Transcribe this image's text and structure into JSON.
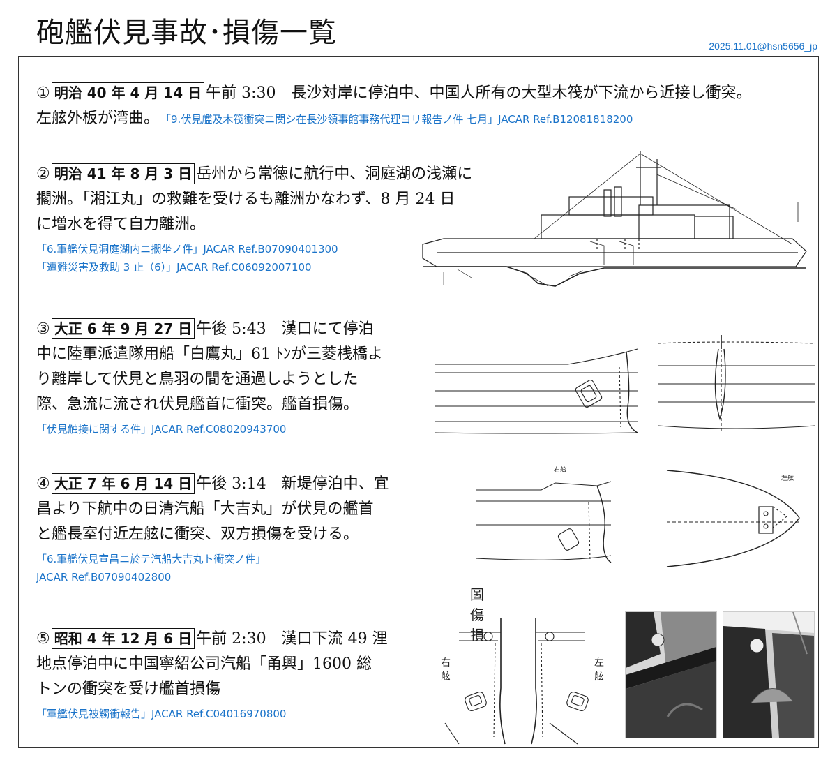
{
  "header": {
    "title": "砲艦伏見事故･損傷一覧",
    "credit": "2025.11.01@hsn5656_jp"
  },
  "entries": [
    {
      "num": "①",
      "date": "明治 40 年 4 月 14 日",
      "lines": [
        "午前 3:30　長沙対岸に停泊中、中国人所有の大型木筏が下流から近接し衝突。",
        "左舷外板が湾曲。"
      ],
      "refs": [
        "「9.伏見艦及木筏衝突ニ関シ在長沙領事館事務代理ヨリ報告ノ件 七月」JACAR Ref.B12081818200"
      ]
    },
    {
      "num": "②",
      "date": "明治 41 年 8 月 3 日",
      "lines": [
        "岳州から常徳に航行中、洞庭湖の浅瀬に",
        "擱洲。「湘江丸」の救難を受けるも離洲かなわず、8 月 24 日",
        "に増水を得て自力離洲。"
      ],
      "refs": [
        "「6.軍艦伏見洞庭湖内ニ擱坐ノ件」JACAR Ref.B07090401300",
        "「遭難災害及救助 3 止（6）」JACAR Ref.C06092007100"
      ]
    },
    {
      "num": "③",
      "date": "大正 6 年 9 月 27 日",
      "lines": [
        "午後 5:43　漢口にて停泊",
        "中に陸軍派遣隊用船「白鷹丸」61 ﾄﾝが三菱桟橋よ",
        "り離岸して伏見と鳥羽の間を通過しようとした",
        "際、急流に流され伏見艦首に衝突。艦首損傷。"
      ],
      "refs": [
        "「伏見触接に関する件」JACAR Ref.C08020943700"
      ]
    },
    {
      "num": "④",
      "date": "大正 7 年 6 月 14 日",
      "lines": [
        "午後 3:14　新堤停泊中、宜",
        "昌より下航中の日清汽船「大吉丸」が伏見の艦首",
        "と艦長室付近左舷に衝突、双方損傷を受ける。"
      ],
      "refs": [
        "「6.軍艦伏見宣昌ニ於テ汽船大吉丸ト衝突ノ件」",
        " JACAR Ref.B07090402800"
      ]
    },
    {
      "num": "⑤",
      "date": "昭和 4 年 12 月 6 日",
      "lines": [
        "午前 2:30　漢口下流 49 浬",
        "地点停泊中に中国寧紹公司汽船「甬興」1600 総",
        "トンの衝突を受け艦首損傷"
      ],
      "refs": [
        "「軍艦伏見被觸衝報告」JACAR Ref.C04016970800"
      ]
    }
  ],
  "figures": {
    "damage_diagram_title": "圖傷損",
    "right_label": "右舷",
    "left_label": "左舷"
  }
}
